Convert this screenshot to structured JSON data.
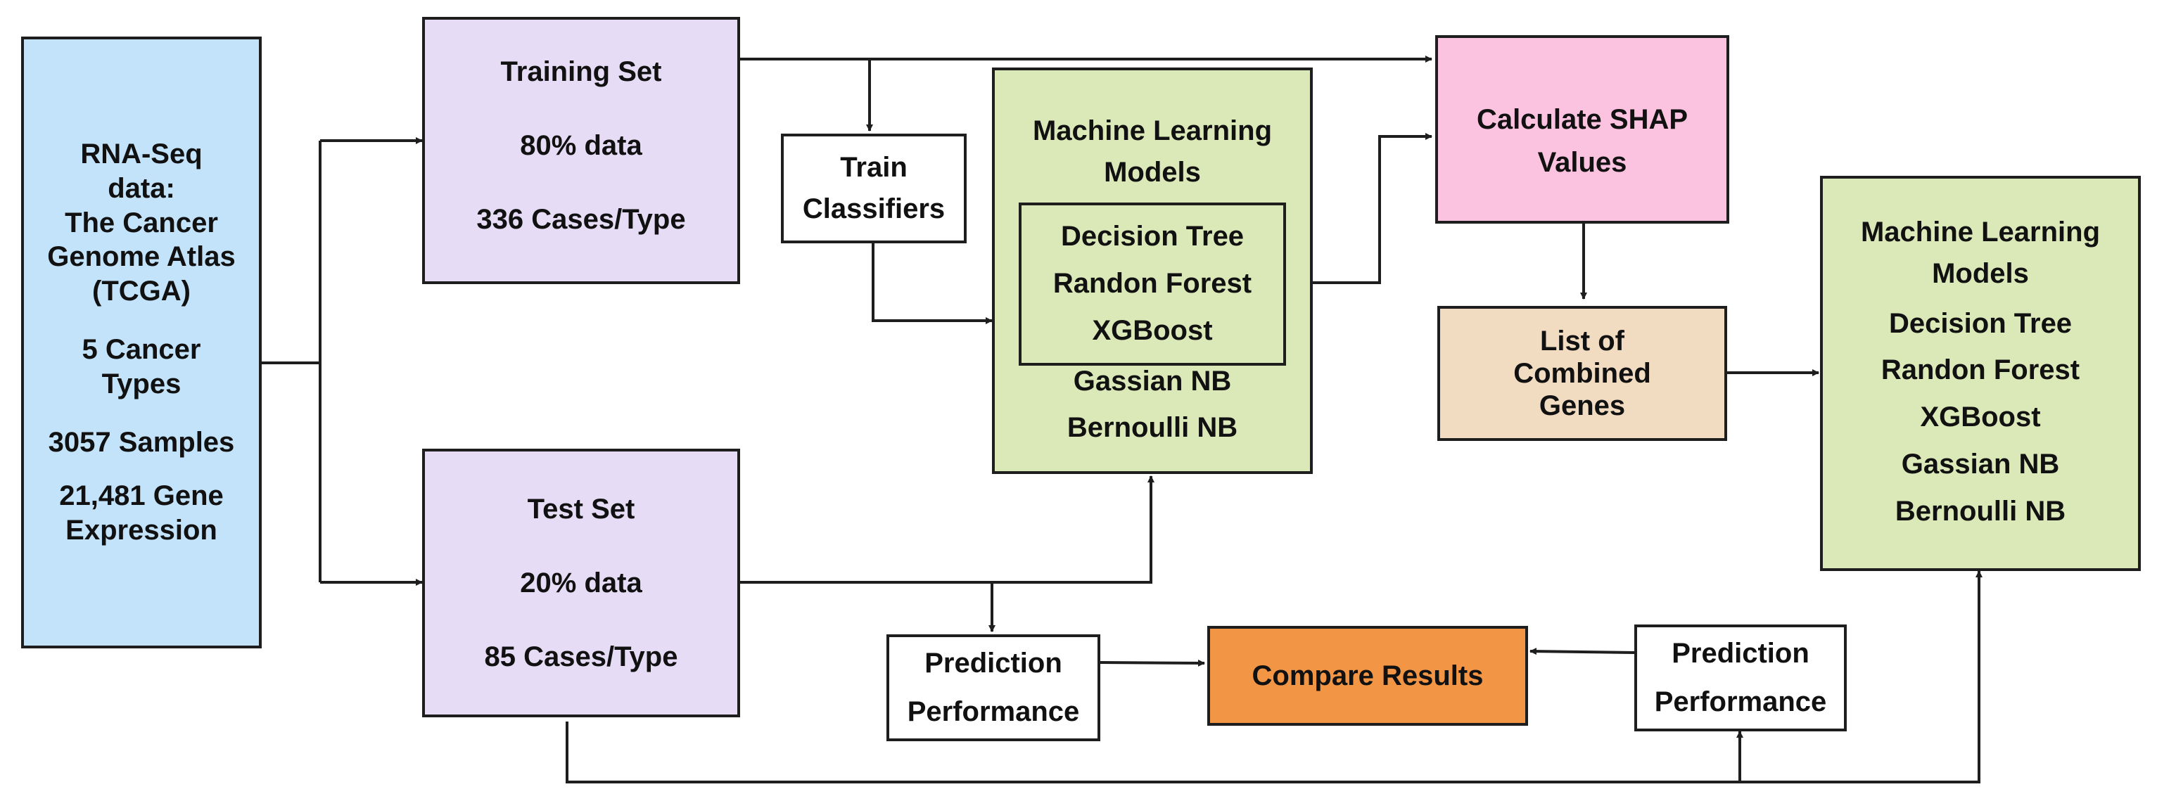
{
  "source": {
    "lines": [
      "RNA-Seq",
      "data:",
      "The Cancer",
      "Genome Atlas",
      "(TCGA)",
      "5 Cancer",
      "Types",
      "3057 Samples",
      "21,481 Gene",
      "Expression"
    ]
  },
  "training_set": {
    "title": "Training Set",
    "percent": "80% data",
    "cases": "336 Cases/Type"
  },
  "test_set": {
    "title": "Test Set",
    "percent": "20% data",
    "cases": "85 Cases/Type"
  },
  "train_classifiers": {
    "lines": [
      "Train",
      "Classifiers"
    ]
  },
  "ml_models_center": {
    "title_lines": [
      "Machine Learning",
      "Models"
    ],
    "selected_models": [
      "Decision Tree",
      "Randon Forest",
      "XGBoost"
    ],
    "other_models": [
      "Gassian NB",
      "Bernoulli NB"
    ]
  },
  "shap": {
    "lines": [
      "Calculate SHAP",
      "Values"
    ]
  },
  "combined_genes": {
    "lines": [
      "List of",
      "Combined",
      "Genes"
    ]
  },
  "ml_models_right": {
    "title_lines": [
      "Machine Learning",
      "Models"
    ],
    "models": [
      "Decision Tree",
      "Randon Forest",
      "XGBoost",
      "Gassian NB",
      "Bernoulli NB"
    ]
  },
  "prediction_left": {
    "lines": [
      "Prediction",
      "Performance"
    ]
  },
  "compare": {
    "label": "Compare Results"
  },
  "prediction_right": {
    "lines": [
      "Prediction",
      "Performance"
    ]
  }
}
